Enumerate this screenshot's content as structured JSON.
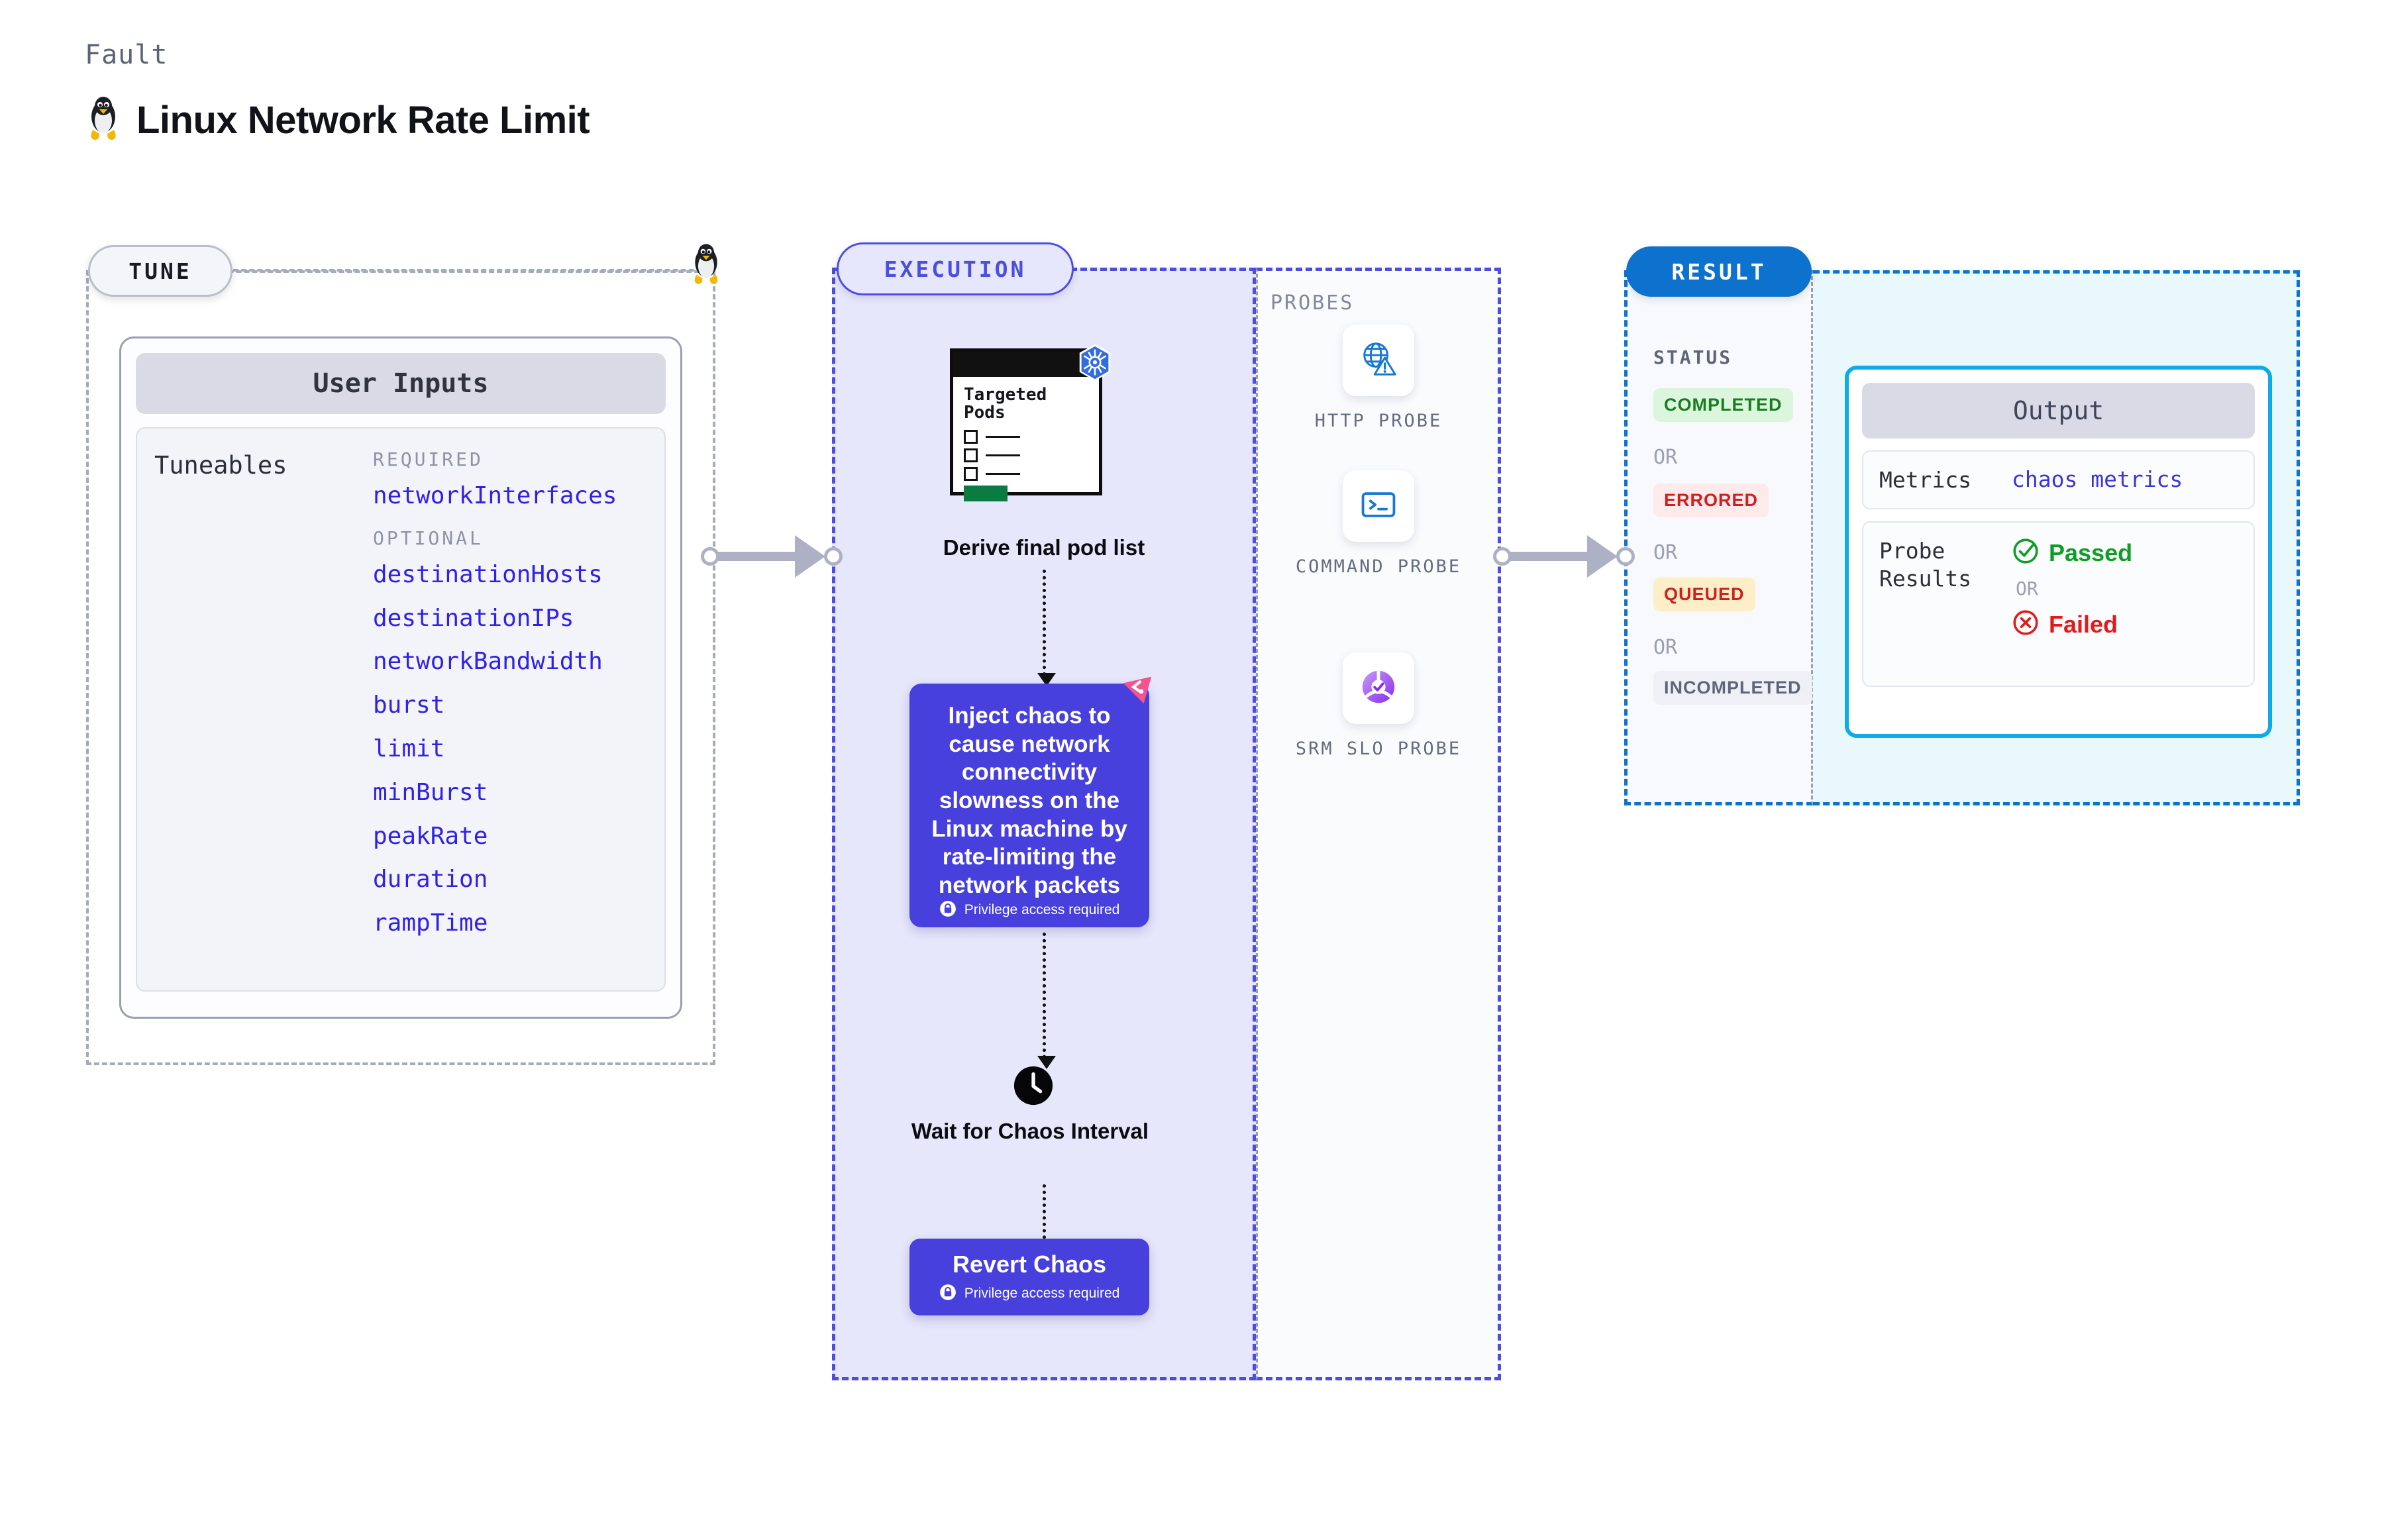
{
  "header": {
    "eyebrow": "Fault",
    "title": "Linux Network Rate Limit",
    "icon": "linux-penguin-icon"
  },
  "tune": {
    "badge": "TUNE",
    "card_title": "User Inputs",
    "tuneables_label": "Tuneables",
    "groups": [
      {
        "heading": "REQUIRED",
        "items": [
          "networkInterfaces"
        ]
      },
      {
        "heading": "OPTIONAL",
        "items": [
          "destinationHosts",
          "destinationIPs",
          "networkBandwidth",
          "burst",
          "limit",
          "minBurst",
          "peakRate",
          "duration",
          "rampTime"
        ]
      }
    ]
  },
  "execution": {
    "badge": "EXECUTION",
    "pods_card": {
      "title": "Targeted Pods",
      "platform_icon": "kubernetes-icon"
    },
    "derive_label": "Derive final pod list",
    "chaos": {
      "text": "Inject chaos to cause network connectivity slowness on the Linux machine by rate-limiting the network packets",
      "privilege_note": "Privilege access required",
      "badge_icon": "litmuschaos-icon"
    },
    "wait_label": "Wait for Chaos Interval",
    "wait_icon": "clock-icon",
    "revert": {
      "label": "Revert Chaos",
      "privilege_note": "Privilege access required"
    }
  },
  "probes": {
    "label": "PROBES",
    "items": [
      {
        "name": "HTTP PROBE",
        "icon": "globe-warning-icon"
      },
      {
        "name": "COMMAND PROBE",
        "icon": "terminal-icon"
      },
      {
        "name": "SRM SLO PROBE",
        "icon": "slo-donut-check-icon"
      }
    ]
  },
  "result": {
    "badge": "RESULT",
    "status_label": "STATUS",
    "or_text": "OR",
    "statuses": [
      {
        "label": "COMPLETED",
        "bg": "#dcf6dd",
        "fg": "#187d1e"
      },
      {
        "label": "ERRORED",
        "bg": "#fdeaea",
        "fg": "#cf2020"
      },
      {
        "label": "QUEUED",
        "bg": "#fcefc7",
        "fg": "#cf2020"
      },
      {
        "label": "INCOMPLETED",
        "bg": "#eff0f5",
        "fg": "#5d6578"
      }
    ],
    "output": {
      "title": "Output",
      "metrics_key": "Metrics",
      "metrics_value": "chaos metrics",
      "probe_results_key": "Probe Results",
      "passed_label": "Passed",
      "failed_label": "Failed",
      "or_text": "OR"
    }
  },
  "colors": {
    "accent_indigo": "#4740dd",
    "accent_blue": "#0d72cd",
    "accent_cyan": "#0eabe8",
    "tuneable_text": "#2f21e8"
  }
}
